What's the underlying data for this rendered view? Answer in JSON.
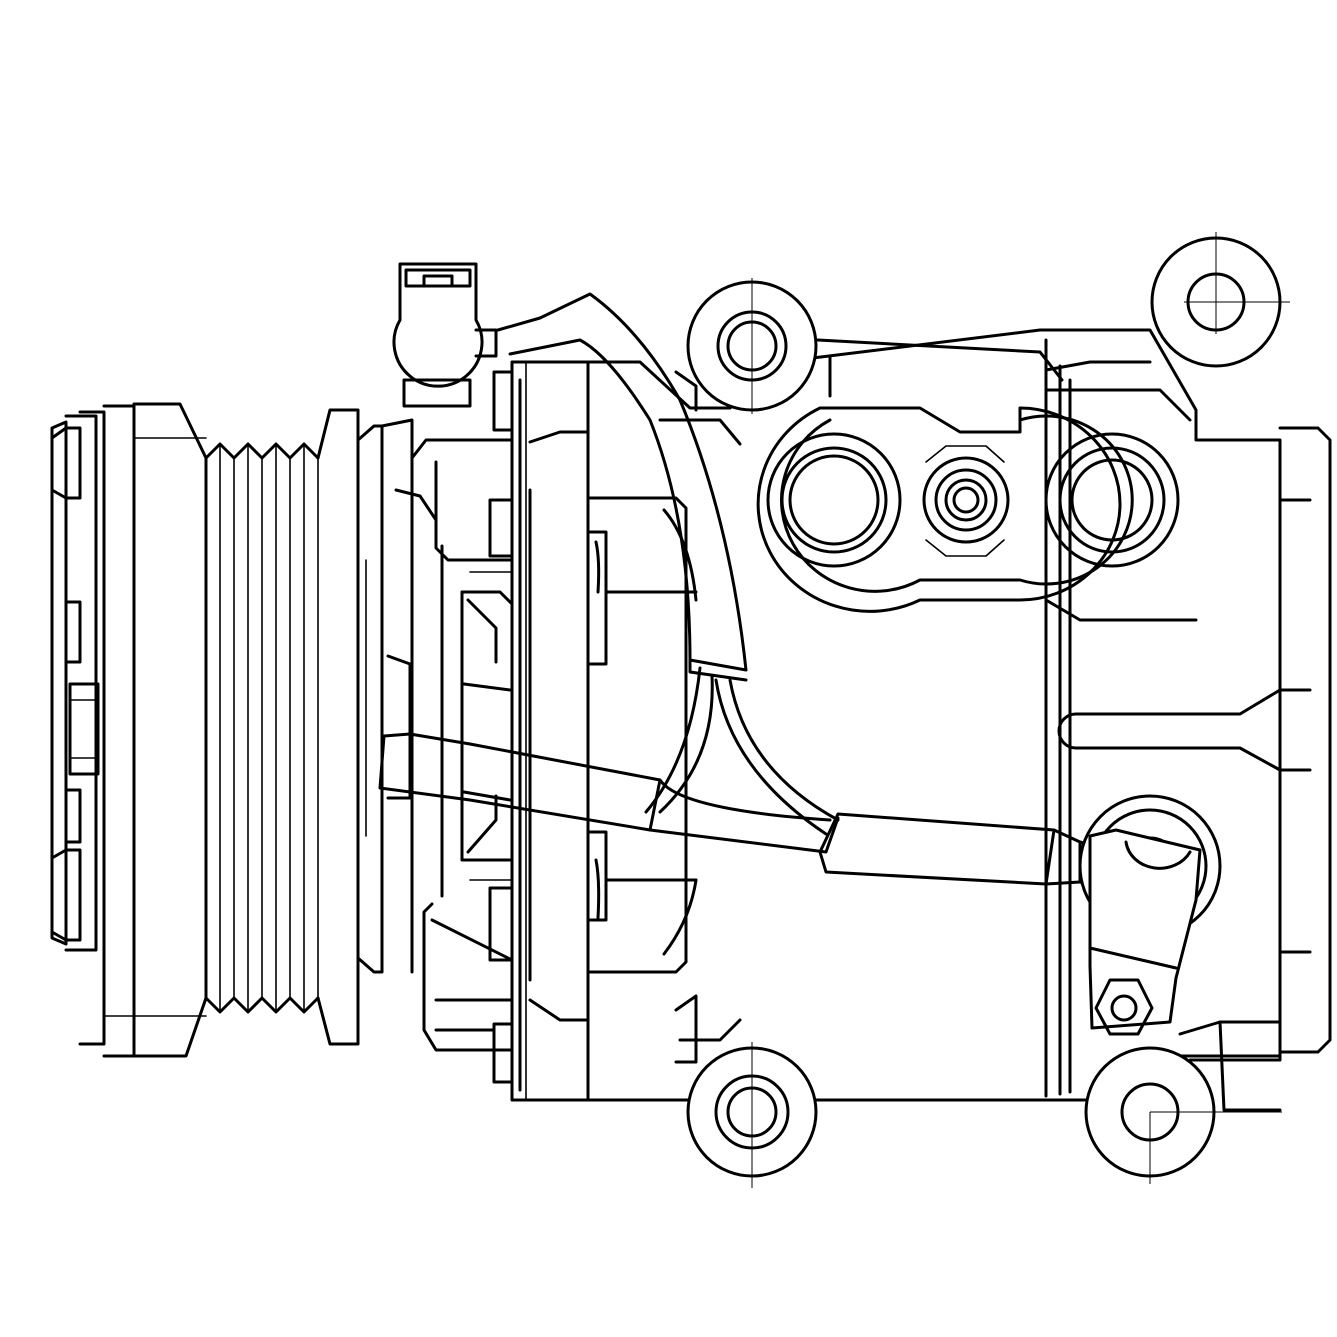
{
  "drawing": {
    "type": "line-art",
    "subject": "",
    "background": "#ffffff",
    "stroke": "#000000",
    "pulley_grooves": 6,
    "mount_ears": 4
  }
}
